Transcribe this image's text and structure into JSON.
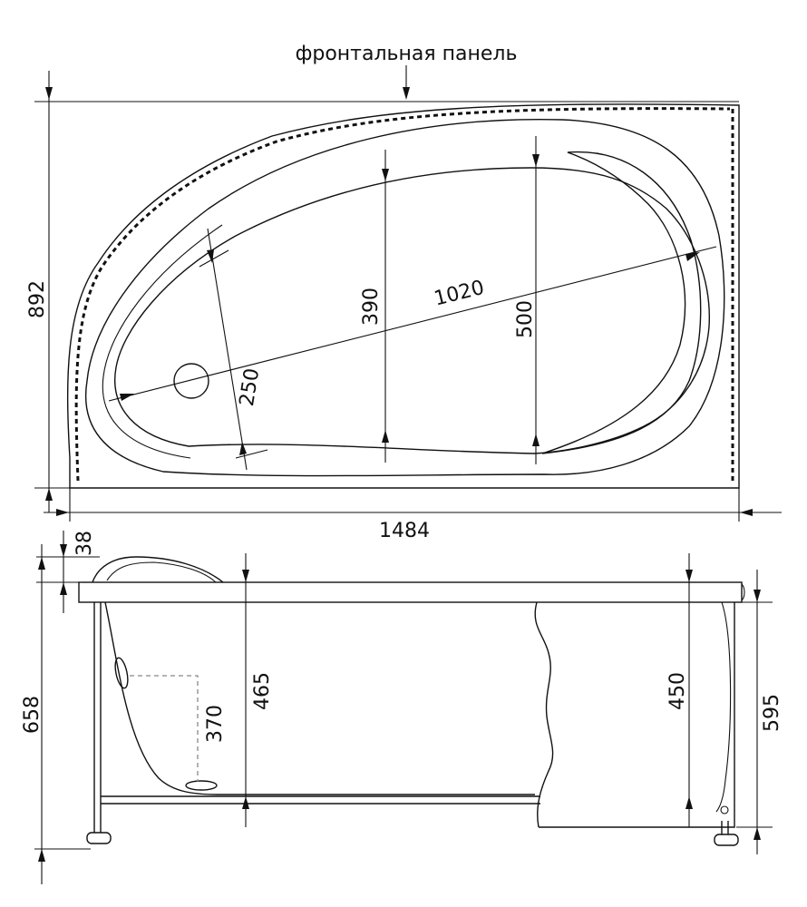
{
  "top_view": {
    "panel_label": "фронтальная панель",
    "dimensions": {
      "depth_total": "892",
      "width_total": "1484",
      "long_axis": "1020",
      "inner_width_small": "390",
      "inner_width_large": "500",
      "narrow_end": "250"
    }
  },
  "side_view": {
    "dimensions": {
      "headrest_height": "38",
      "overall_height": "658",
      "drain_height": "370",
      "depth_left": "465",
      "depth_right": "450",
      "rim_height": "595"
    }
  }
}
